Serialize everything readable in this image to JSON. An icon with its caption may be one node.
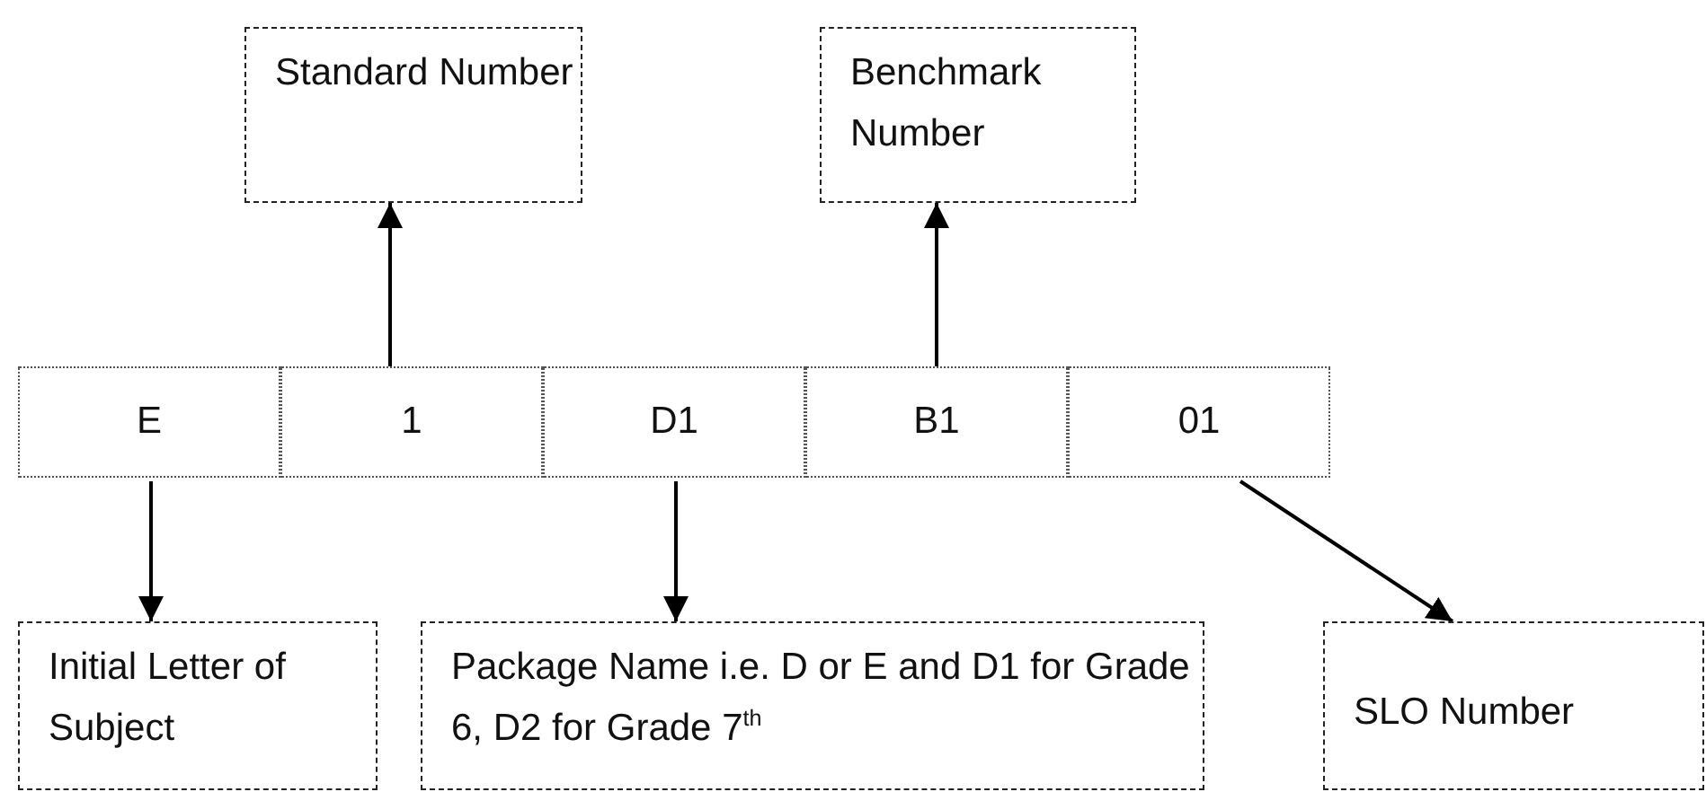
{
  "diagram": {
    "nodes": [
      {
        "text": [
          "Standard Number"
        ]
      },
      {
        "text": [
          "Benchmark Number"
        ]
      },
      {
        "text": [
          "E"
        ]
      },
      {
        "text": [
          "1"
        ]
      },
      {
        "text": [
          "D1"
        ]
      },
      {
        "text": [
          "B1"
        ]
      },
      {
        "text": [
          "01"
        ]
      },
      {
        "text": [
          "Initial Letter of Subject"
        ]
      },
      {
        "text": [
          "Package Name i.e. D or E and D1 for Grade 6, D2 for Grade 7$^{th}$"
        ]
      },
      {
        "text": [
          "SLO Number"
        ]
      }
    ],
    "edges": [
      {
        "from": 3,
        "to": 0,
        "arrow": "to"
      },
      {
        "from": 5,
        "to": 1,
        "arrow": "to"
      },
      {
        "from": 2,
        "to": 7,
        "arrow": "to"
      },
      {
        "from": 4,
        "to": 8,
        "arrow": "to"
      },
      {
        "from": 6,
        "to": 9,
        "arrow": "to"
      }
    ]
  }
}
